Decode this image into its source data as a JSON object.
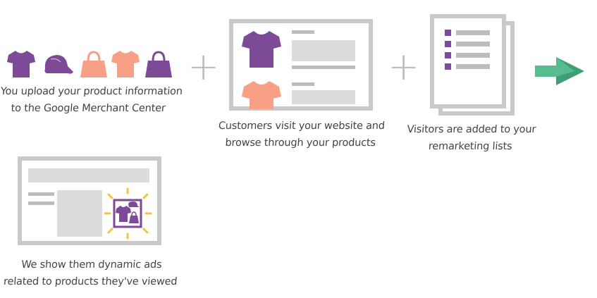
{
  "colors": {
    "purple": "#7d4a98",
    "peach": "#f7a086",
    "frame_gray": "#c9c9c9",
    "fill_gray": "#dcdcdc",
    "bar_gray": "#bdbdbd",
    "arrow_green": "#57bc8f",
    "arrow_green_dark": "#3e9e74",
    "spark_yellow": "#f5c23c",
    "text": "#444444"
  },
  "steps": [
    {
      "id": "upload",
      "icons": [
        "tshirt-icon",
        "cap-icon",
        "bag-icon",
        "tshirt-icon",
        "bag-icon"
      ],
      "caption": [
        "You upload your product information",
        "to the Google Merchant Center"
      ]
    },
    {
      "id": "visit",
      "icons": [
        "browser-window-icon",
        "tshirt-icon"
      ],
      "caption": [
        "Customers visit your website and",
        "browse through your products"
      ]
    },
    {
      "id": "lists",
      "icons": [
        "list-document-icon"
      ],
      "caption": [
        "Visitors are added to your",
        "remarketing lists"
      ]
    },
    {
      "id": "ads",
      "icons": [
        "browser-window-icon",
        "dynamic-ad-icon"
      ],
      "caption": [
        "We show them dynamic ads",
        "related to products they've viewed"
      ]
    }
  ],
  "connectors": [
    "plus-icon",
    "plus-icon",
    "arrow-right-icon"
  ]
}
